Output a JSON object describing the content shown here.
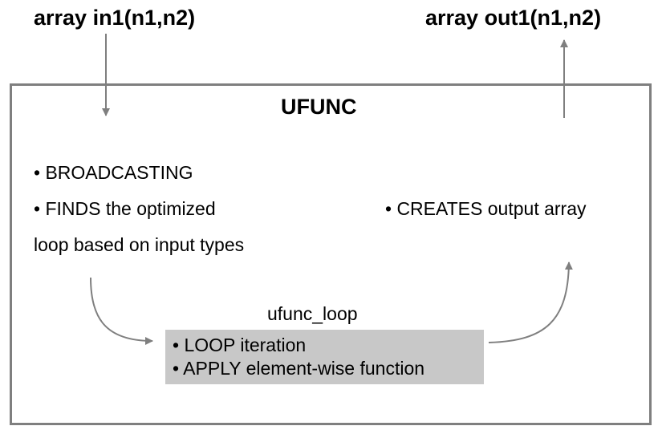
{
  "input": {
    "label": "array in1(n1,n2)"
  },
  "output": {
    "label": "array out1(n1,n2)"
  },
  "ufunc": {
    "title": "UFUNC",
    "left_bullets": [
      "• BROADCASTING",
      "• FINDS the optimized",
      "loop based on input types"
    ],
    "right_bullet": "• CREATES output array"
  },
  "ufunc_loop": {
    "label": "ufunc_loop",
    "items": [
      "• LOOP iteration",
      "• APPLY element-wise function"
    ]
  },
  "colors": {
    "frame_border": "#7f7f7f",
    "arrow": "#7f7f7f",
    "loop_box_fill": "#c8c8c8",
    "text": "#000000"
  }
}
